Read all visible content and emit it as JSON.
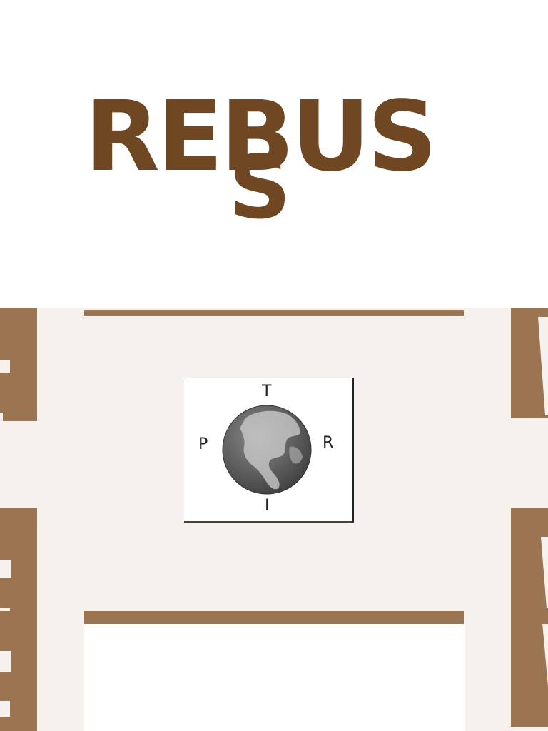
{
  "title": {
    "main": "REBUS",
    "sub": "S"
  },
  "puzzle": {
    "letters": {
      "top": "T",
      "left": "P",
      "right": "R",
      "bottom": "I"
    },
    "center_icon": "globe-icon"
  },
  "colors": {
    "title": "#6f4722",
    "accent": "#9b7451",
    "panel": "#f6f1ed"
  }
}
